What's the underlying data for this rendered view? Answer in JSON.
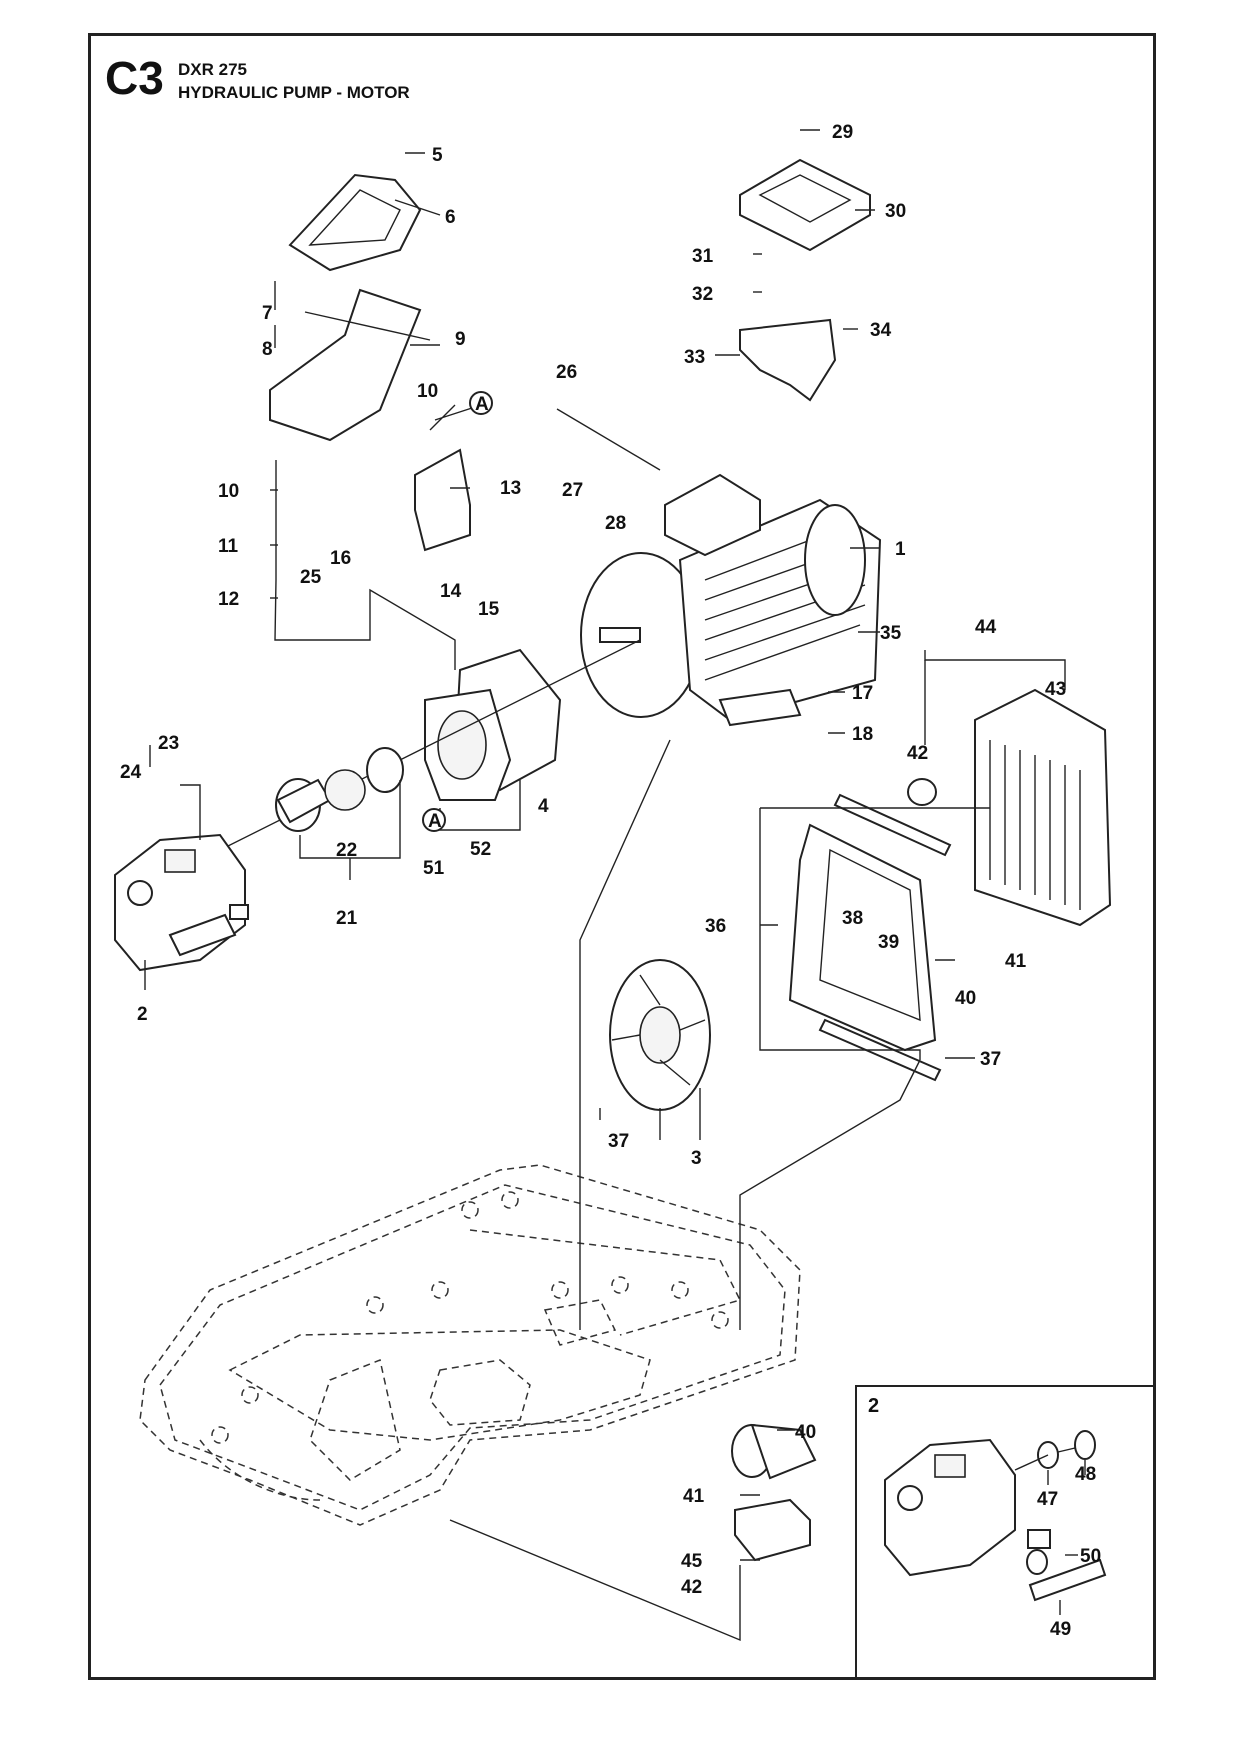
{
  "header": {
    "section_code": "C3",
    "model": "DXR 275",
    "title": "HYDRAULIC PUMP - MOTOR"
  },
  "inset": {
    "number": "2"
  },
  "callouts": {
    "A": "A",
    "n1": "1",
    "n2": "2",
    "n3": "3",
    "n4": "4",
    "n5": "5",
    "n6": "6",
    "n7": "7",
    "n8": "8",
    "n9": "9",
    "n10": "10",
    "n11": "11",
    "n12": "12",
    "n13": "13",
    "n14": "14",
    "n15": "15",
    "n16": "16",
    "n17": "17",
    "n18": "18",
    "n21": "21",
    "n22": "22",
    "n23": "23",
    "n24": "24",
    "n25": "25",
    "n26": "26",
    "n27": "27",
    "n28": "28",
    "n29": "29",
    "n30": "30",
    "n31": "31",
    "n32": "32",
    "n33": "33",
    "n34": "34",
    "n35": "35",
    "n36": "36",
    "n37": "37",
    "n38": "38",
    "n39": "39",
    "n40": "40",
    "n41": "41",
    "n42": "42",
    "n43": "43",
    "n44": "44",
    "n45": "45",
    "n47": "47",
    "n48": "48",
    "n49": "49",
    "n50": "50",
    "n51": "51",
    "n52": "52"
  }
}
